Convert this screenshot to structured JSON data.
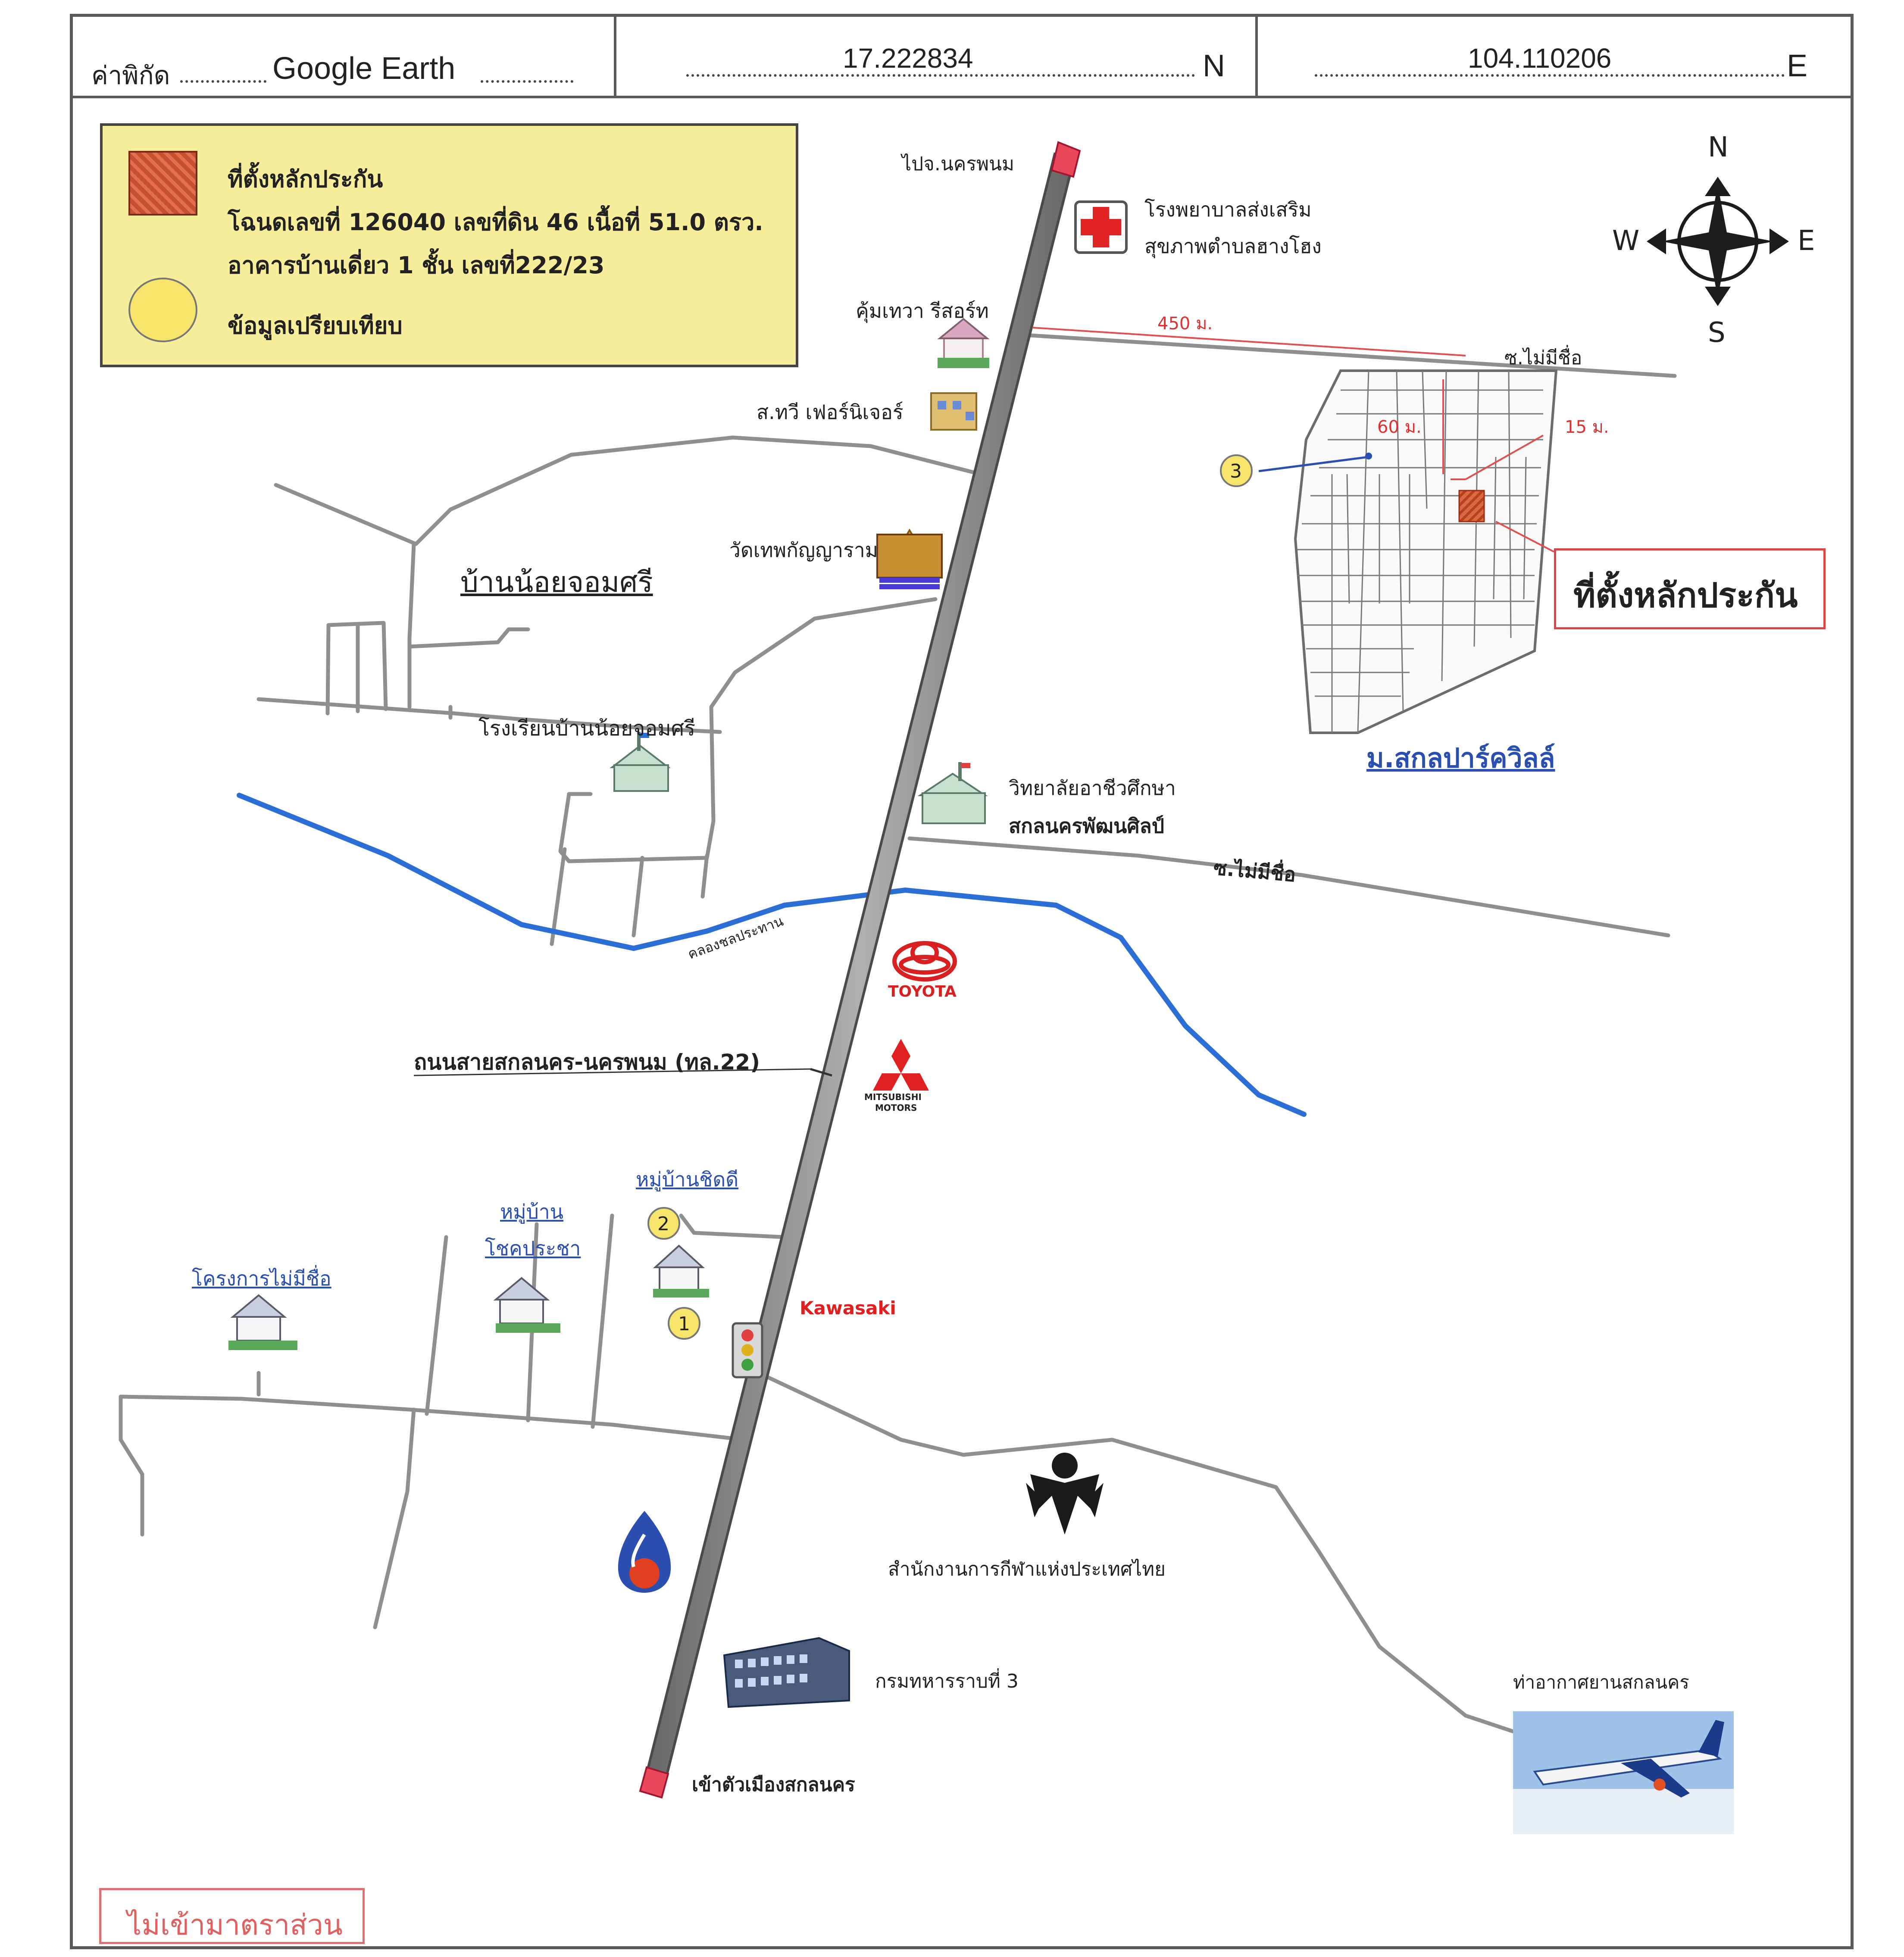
{
  "header": {
    "coord_label": "ค่าพิกัด",
    "coord_source": "Google Earth",
    "latitude": "17.222834",
    "lat_suffix": "N",
    "longitude": "104.110206",
    "lon_suffix": "E"
  },
  "legend": {
    "plot_title": "ที่ตั้งหลักประกัน",
    "plot_detail": "โฉนดเลขที่ 126040 เลขที่ดิน 46 เนื้อที่ 51.0 ตรว.",
    "building_detail": "อาคารบ้านเดี่ยว 1 ชั้น เลขที่222/23",
    "comparison": "ข้อมูลเปรียบเทียบ"
  },
  "compass": {
    "north": "N",
    "south": "S",
    "east": "E",
    "west": "W"
  },
  "places": {
    "to_nakhon_phanom": "ไปจ.นครพนม",
    "hospital_line1": "โรงพยาบาลส่งเสริม",
    "hospital_line2": "สุขภาพตำบลฮางโฮง",
    "resort": "คุ้มเทวา รีสอร์ท",
    "furniture": "ส.ทวี เฟอร์นิเจอร์",
    "temple": "วัดเทพกัญญาราม",
    "village_noi": "บ้านน้อยจอมศรี",
    "school": "โรงเรียนบ้านน้อยจอมศรี",
    "college_line1": "วิทยาลัยอาชีวศึกษา",
    "college_line2": "สกลนครพัฒนศิลป์",
    "soi_unnamed_1": "ซ.ไม่มีชื่อ",
    "soi_unnamed_2": "ซ.ไม่มีชื่อ",
    "canal": "คลองชลประทาน",
    "toyota": "TOYOTA",
    "highway": "ถนนสายสกลนคร-นครพนม (ทล.22)",
    "mitsubishi_line1": "MITSUBISHI",
    "mitsubishi_line2": "MOTORS",
    "village_chiddee": "หมู่บ้านชิดดี",
    "village_chokprasa_line1": "หมู่บ้าน",
    "village_chokprasa_line2": "โชคประชา",
    "project_unnamed": "โครงการไม่มีชื่อ",
    "kawasaki": "Kawasaki",
    "sports_authority": "สำนักงานการกีฬาแห่งประเทศไทย",
    "army": "กรมทหารราบที่ 3",
    "airport": "ท่าอากาศยานสกลนคร",
    "to_city": "เข้าตัวเมืองสกลนคร",
    "subdivision": "ม.สกลปาร์ควิลล์",
    "collateral": "ที่ตั้งหลักประกัน",
    "dist_450": "450 ม.",
    "dist_60": "60 ม.",
    "dist_15": "15 ม."
  },
  "markers": {
    "m1": "1",
    "m2": "2",
    "m3": "3"
  },
  "footer": {
    "not_to_scale": "ไม่เข้ามาตราส่วน"
  },
  "colors": {
    "road": "#8a8a8a",
    "canal": "#2b6fd6",
    "legend_bg": "#f6ee9a",
    "plot": "#d0552e",
    "marker": "#f7e46a",
    "label_red": "#e03030",
    "link_blue": "#2a4fb0"
  }
}
